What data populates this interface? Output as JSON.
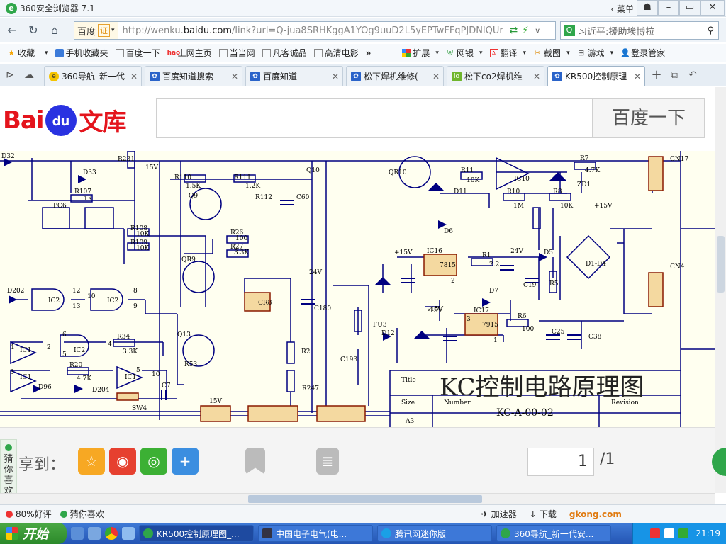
{
  "window": {
    "title": "360安全浏览器 7.1",
    "menu_label": "菜单"
  },
  "address": {
    "security_label": "百度",
    "cert_label": "证",
    "url_prefix": "http://wenku.",
    "url_domain": "baidu.com",
    "url_rest": "/link?url=Q-jua8SRHKggA1YOg9uuD2L5yEPTwFFqPJDNlQUr",
    "search_text": "习近平:援助埃博拉"
  },
  "bookmarks": [
    "收藏",
    "手机收藏夹",
    "百度一下",
    "上网主页",
    "当当网",
    "凡客诚品",
    "高清电影"
  ],
  "toolbar_right": [
    "扩展",
    "网银",
    "翻译",
    "截图",
    "游戏",
    "登录管家"
  ],
  "tabs": [
    {
      "label": "360导航_新一代"
    },
    {
      "label": "百度知道搜索_"
    },
    {
      "label": "百度知道——"
    },
    {
      "label": "松下焊机维修("
    },
    {
      "label": "松下co2焊机维"
    },
    {
      "label": "KR500控制原理"
    }
  ],
  "baidu": {
    "logo_bai": "Bai",
    "logo_du": "du",
    "logo_wenku": "文库",
    "search_button": "百度一下"
  },
  "schematic": {
    "title_label": "Title",
    "title": "KC控制电路原理图",
    "size_label": "Size",
    "size_value": "A3",
    "number_label": "Number",
    "number_value": "KC-A-00-02",
    "revision_label": "Revision",
    "components": [
      "D32",
      "R231",
      "15V",
      "D33",
      "R110",
      "1.5K",
      "R111",
      "1.2K",
      "Q10",
      "QR10",
      "R11",
      "10K",
      "IC10",
      "R7",
      "4.7K",
      "ZD1",
      "CN17",
      "R107",
      "1K",
      "PC6",
      "R112",
      "C60",
      "Q9",
      "D11",
      "R10",
      "1M",
      "R8",
      "10K",
      "+15V",
      "R108",
      "10K",
      "R109",
      "10K",
      "R26",
      "100",
      "R27",
      "3.3K",
      "D6",
      "IC16",
      "7815",
      "R1",
      "2.2",
      "24V",
      "D5",
      "D1-D4",
      "CN4",
      "QR9",
      "24V",
      "CR8",
      "C180",
      "C19",
      "R5",
      "D202",
      "IC2",
      "IC2",
      "12",
      "13",
      "10",
      "8",
      "9",
      "D7",
      "IC17",
      "7915",
      "R6",
      "100",
      "-15V",
      "C38",
      "C25",
      "IC1",
      "IC2",
      "R34",
      "3.3K",
      "Q13",
      "R2",
      "FU3",
      "D12",
      "IC1",
      "R20",
      "4.7K",
      "IC1",
      "10",
      "R53",
      "C193",
      "R247",
      "D96",
      "D204",
      "C7",
      "SW4",
      "15V",
      "1",
      "2",
      "3",
      "5",
      "6",
      "4",
      "5",
      "-15V",
      "+15V",
      "2",
      "1",
      "3"
    ]
  },
  "bottom": {
    "share_label": "享到：",
    "page_current": "1",
    "page_total": "/1"
  },
  "side": {
    "guess_label": "猜你喜欢"
  },
  "status": {
    "rating": "80%好评",
    "guess": "猜你喜欢",
    "accelerator": "加速器",
    "download": "下载",
    "gkong": "gkong.com"
  },
  "taskbar": {
    "start_label": "开始",
    "items": [
      "KR500控制原理图_...",
      "中国电子电气(电...",
      "腾讯网迷你版",
      "360导航_新一代安..."
    ],
    "clock": "21:19"
  },
  "colors": {
    "baidu_red": "#e4141c",
    "baidu_blue": "#2932e1",
    "schematic_bg": "#fffff0",
    "wire": "#000080",
    "component_fill": "#f4d9a0"
  }
}
